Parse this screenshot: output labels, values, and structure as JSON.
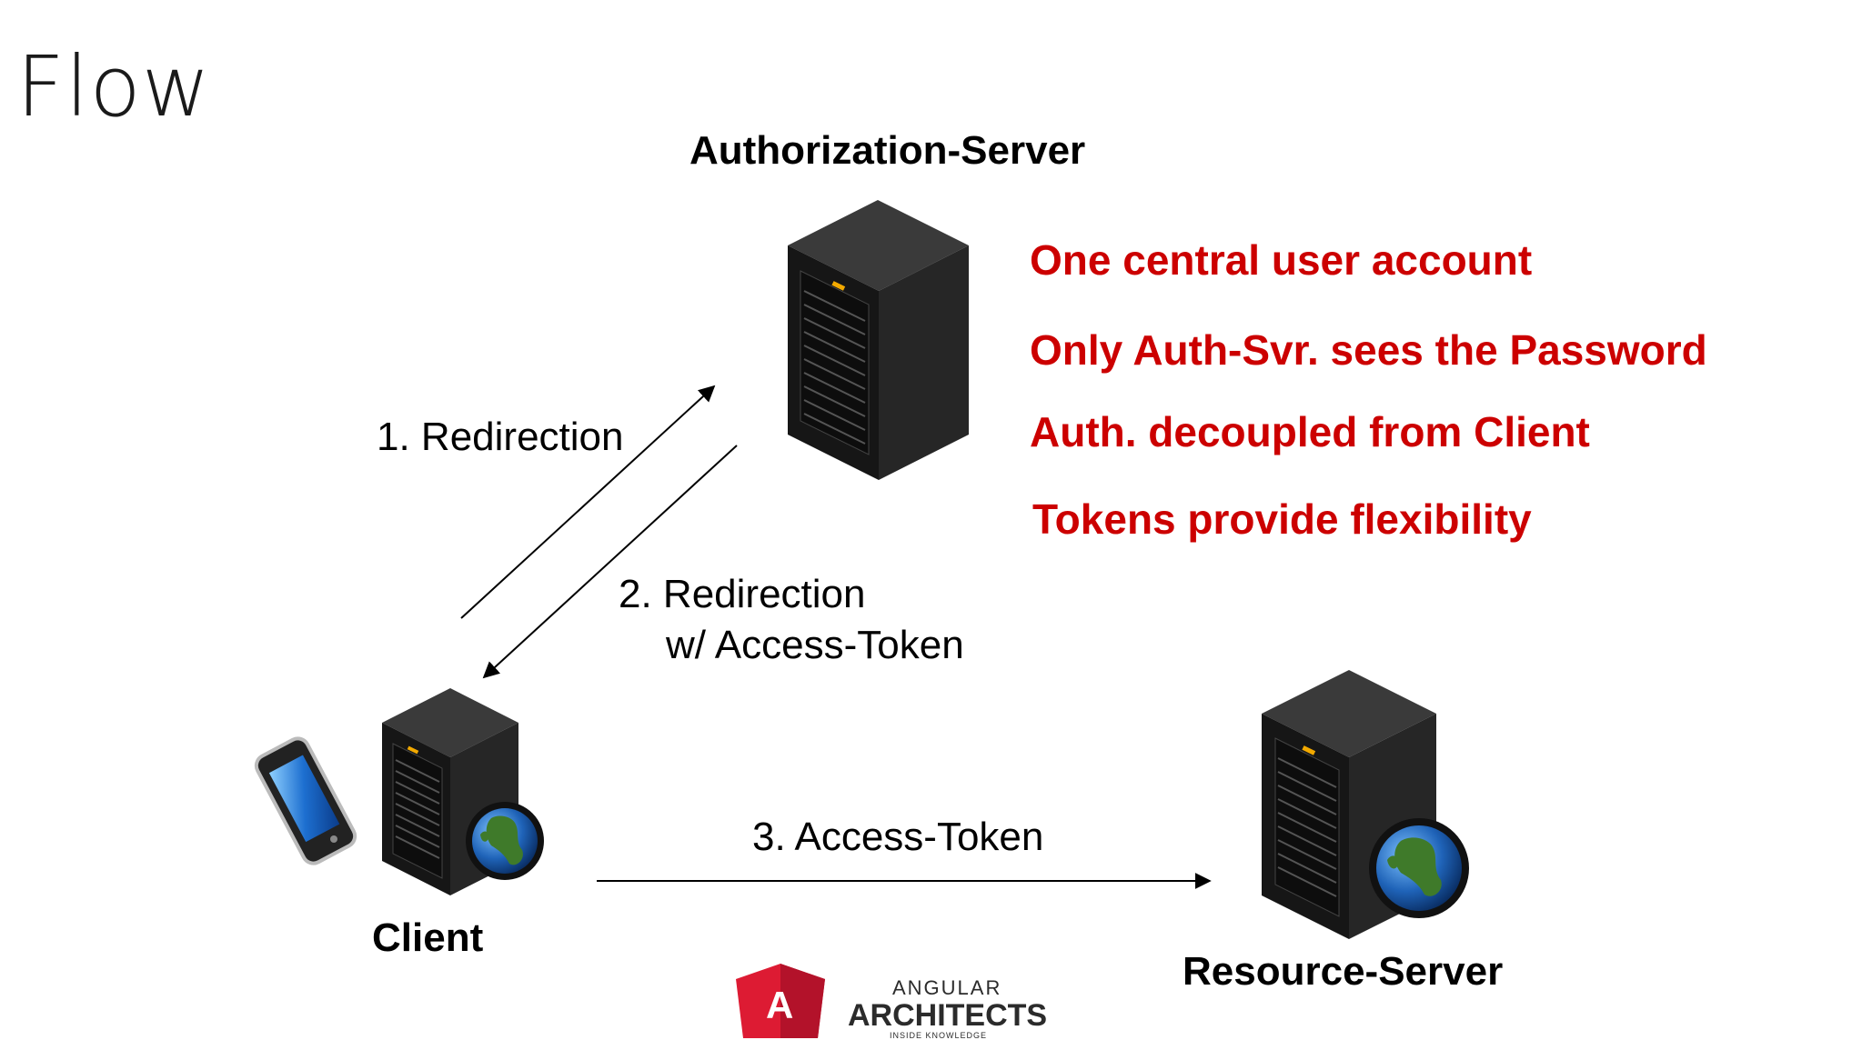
{
  "slide": {
    "title": "Flow"
  },
  "nodes": {
    "auth_server": "Authorization-Server",
    "client": "Client",
    "resource_server": "Resource-Server"
  },
  "edges": {
    "step1": "1. Redirection",
    "step2_line1": "2. Redirection",
    "step2_line2": "w/ Access-Token",
    "step3": "3. Access-Token"
  },
  "benefits": [
    "One central user account",
    "Only Auth-Svr. sees the Password",
    "Auth. decoupled from Client",
    "Tokens provide flexibility"
  ],
  "logo": {
    "letter": "A",
    "line1": "ANGULAR",
    "line2": "ARCHITECTS",
    "line3": "INSIDE KNOWLEDGE"
  },
  "colors": {
    "accent_red": "#cc0000",
    "logo_red": "#dd1b33",
    "server_dark": "#1c1c1c",
    "led": "#f2a900"
  }
}
